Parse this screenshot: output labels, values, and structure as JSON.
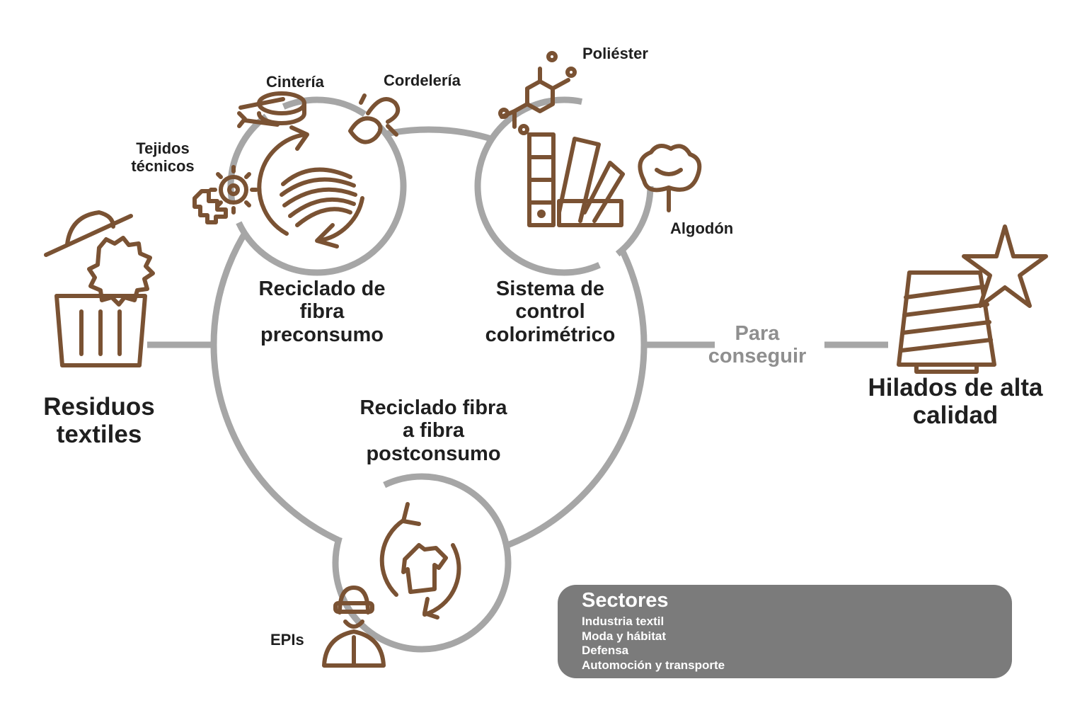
{
  "colors": {
    "brown": "#7a5233",
    "ring_gray": "#a6a6a6",
    "panel_gray": "#7b7b7b",
    "text": "#1f1f1f"
  },
  "left": {
    "title": "Residuos textiles",
    "icon": "trash-bin-icon"
  },
  "right": {
    "connector": "Para conseguir",
    "title": "Hilados de alta calidad",
    "icon": "yarn-cone-star-icon"
  },
  "nodes": {
    "preconsumo": {
      "label": "Reciclado de fibra preconsumo",
      "icon": "fiber-recycle-icon",
      "items": [
        {
          "label": "Cintería",
          "icon": "ribbon-roll-icon"
        },
        {
          "label": "Cordelería",
          "icon": "rope-knot-icon"
        },
        {
          "label": "Tejidos técnicos",
          "icon": "gears-icon"
        }
      ]
    },
    "colorimetrico": {
      "label": "Sistema de control colorimétrico",
      "icon": "color-swatch-fan-icon",
      "items": [
        {
          "label": "Poliéster",
          "icon": "molecule-icon"
        },
        {
          "label": "Algodón",
          "icon": "cotton-flower-icon"
        }
      ]
    },
    "postconsumo": {
      "label": "Reciclado fibra a fibra postconsumo",
      "icon": "shirt-recycle-icon",
      "items": [
        {
          "label": "EPIs",
          "icon": "protective-gear-worker-icon"
        }
      ]
    }
  },
  "sectors": {
    "title": "Sectores",
    "items": [
      "Industria textil",
      "Moda y hábitat",
      "Defensa",
      "Automoción y transporte"
    ],
    "icons": [
      "factory-icon",
      "mannequin-icon",
      "sofa-icon",
      "shield-icon",
      "car-icon"
    ]
  }
}
